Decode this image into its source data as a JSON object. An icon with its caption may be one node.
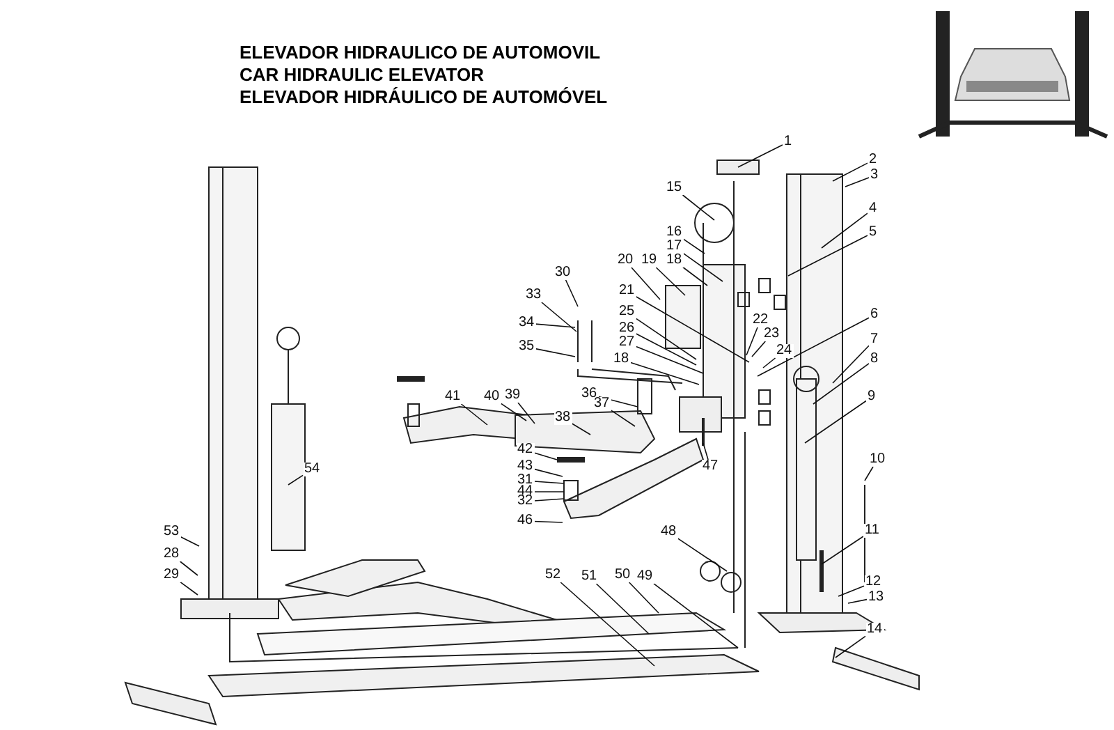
{
  "diagram": {
    "nodes": [
      {
        "text": [
          "1"
        ]
      },
      {
        "text": [
          "2"
        ]
      },
      {
        "text": [
          "3"
        ]
      },
      {
        "text": [
          "4"
        ]
      },
      {
        "text": [
          "5"
        ]
      },
      {
        "text": [
          "6"
        ]
      },
      {
        "text": [
          "7"
        ]
      },
      {
        "text": [
          "8"
        ]
      },
      {
        "text": [
          "9"
        ]
      },
      {
        "text": [
          "10"
        ]
      },
      {
        "text": [
          "11"
        ]
      },
      {
        "text": [
          "12"
        ]
      },
      {
        "text": [
          "13"
        ]
      },
      {
        "text": [
          "14"
        ]
      },
      {
        "text": [
          "15"
        ]
      },
      {
        "text": [
          "16"
        ]
      },
      {
        "text": [
          "17"
        ]
      },
      {
        "text": [
          "18"
        ]
      },
      {
        "text": [
          "19"
        ]
      },
      {
        "text": [
          "20"
        ]
      },
      {
        "text": [
          "21"
        ]
      },
      {
        "text": [
          "22"
        ]
      },
      {
        "text": [
          "23"
        ]
      },
      {
        "text": [
          "24"
        ]
      },
      {
        "text": [
          "25"
        ]
      },
      {
        "text": [
          "26"
        ]
      },
      {
        "text": [
          "27"
        ]
      },
      {
        "text": [
          "18"
        ]
      },
      {
        "text": [
          "30"
        ]
      },
      {
        "text": [
          "33"
        ]
      },
      {
        "text": [
          "34"
        ]
      },
      {
        "text": [
          "35"
        ]
      },
      {
        "text": [
          "36"
        ]
      },
      {
        "text": [
          "37"
        ]
      },
      {
        "text": [
          "38"
        ]
      },
      {
        "text": [
          "39"
        ]
      },
      {
        "text": [
          "40"
        ]
      },
      {
        "text": [
          "41"
        ]
      },
      {
        "text": [
          "42"
        ]
      },
      {
        "text": [
          "43"
        ]
      },
      {
        "text": [
          "31"
        ]
      },
      {
        "text": [
          "44"
        ]
      },
      {
        "text": [
          "32"
        ]
      },
      {
        "text": [
          "46"
        ]
      },
      {
        "text": [
          "47"
        ]
      },
      {
        "text": [
          "48"
        ]
      },
      {
        "text": [
          "49"
        ]
      },
      {
        "text": [
          "50"
        ]
      },
      {
        "text": [
          "51"
        ]
      },
      {
        "text": [
          "52"
        ]
      },
      {
        "text": [
          "53"
        ]
      },
      {
        "text": [
          "28"
        ]
      },
      {
        "text": [
          "29"
        ]
      },
      {
        "text": [
          "54"
        ]
      }
    ],
    "edges": [
      {
        "from": 0,
        "to": null,
        "arrow": "none"
      },
      {
        "from": 1,
        "to": null,
        "arrow": "none"
      },
      {
        "from": 2,
        "to": null,
        "arrow": "none"
      },
      {
        "from": 3,
        "to": null,
        "arrow": "none"
      },
      {
        "from": 4,
        "to": null,
        "arrow": "none"
      },
      {
        "from": 5,
        "to": null,
        "arrow": "none"
      },
      {
        "from": 6,
        "to": null,
        "arrow": "none"
      },
      {
        "from": 7,
        "to": null,
        "arrow": "none"
      },
      {
        "from": 8,
        "to": null,
        "arrow": "none"
      },
      {
        "from": 9,
        "to": null,
        "arrow": "none"
      },
      {
        "from": 10,
        "to": null,
        "arrow": "none"
      },
      {
        "from": 11,
        "to": null,
        "arrow": "none"
      },
      {
        "from": 12,
        "to": null,
        "arrow": "none"
      },
      {
        "from": 13,
        "to": null,
        "arrow": "none"
      },
      {
        "from": 14,
        "to": null,
        "arrow": "none"
      },
      {
        "from": 15,
        "to": null,
        "arrow": "none"
      },
      {
        "from": 16,
        "to": null,
        "arrow": "none"
      },
      {
        "from": 17,
        "to": null,
        "arrow": "none"
      },
      {
        "from": 18,
        "to": null,
        "arrow": "none"
      },
      {
        "from": 19,
        "to": null,
        "arrow": "none"
      },
      {
        "from": 20,
        "to": null,
        "arrow": "none"
      },
      {
        "from": 21,
        "to": null,
        "arrow": "none"
      },
      {
        "from": 22,
        "to": null,
        "arrow": "none"
      },
      {
        "from": 23,
        "to": null,
        "arrow": "none"
      },
      {
        "from": 24,
        "to": null,
        "arrow": "none"
      },
      {
        "from": 25,
        "to": null,
        "arrow": "none"
      },
      {
        "from": 26,
        "to": null,
        "arrow": "none"
      },
      {
        "from": 27,
        "to": null,
        "arrow": "none"
      },
      {
        "from": 28,
        "to": null,
        "arrow": "none"
      },
      {
        "from": 29,
        "to": null,
        "arrow": "none"
      },
      {
        "from": 30,
        "to": null,
        "arrow": "none"
      },
      {
        "from": 31,
        "to": null,
        "arrow": "none"
      },
      {
        "from": 32,
        "to": null,
        "arrow": "none"
      },
      {
        "from": 33,
        "to": null,
        "arrow": "none"
      },
      {
        "from": 34,
        "to": null,
        "arrow": "none"
      },
      {
        "from": 35,
        "to": null,
        "arrow": "none"
      },
      {
        "from": 36,
        "to": null,
        "arrow": "none"
      },
      {
        "from": 37,
        "to": null,
        "arrow": "none"
      },
      {
        "from": 38,
        "to": null,
        "arrow": "none"
      },
      {
        "from": 39,
        "to": null,
        "arrow": "none"
      },
      {
        "from": 40,
        "to": null,
        "arrow": "none"
      },
      {
        "from": 41,
        "to": null,
        "arrow": "none"
      },
      {
        "from": 42,
        "to": null,
        "arrow": "none"
      },
      {
        "from": 43,
        "to": null,
        "arrow": "none"
      },
      {
        "from": 44,
        "to": null,
        "arrow": "none"
      },
      {
        "from": 45,
        "to": null,
        "arrow": "none"
      },
      {
        "from": 46,
        "to": null,
        "arrow": "none"
      },
      {
        "from": 47,
        "to": null,
        "arrow": "none"
      },
      {
        "from": 48,
        "to": null,
        "arrow": "none"
      },
      {
        "from": 49,
        "to": null,
        "arrow": "none"
      },
      {
        "from": 50,
        "to": null,
        "arrow": "none"
      },
      {
        "from": 51,
        "to": null,
        "arrow": "none"
      },
      {
        "from": 52,
        "to": null,
        "arrow": "none"
      },
      {
        "from": 53,
        "to": null,
        "arrow": "none"
      }
    ],
    "labels": [
      "ELEVADOR HIDRAULICO DE AUTOMOVIL",
      "CAR HIDRAULIC ELEVATOR",
      "ELEVADOR HIDRÁULICO DE AUTOMÓVEL"
    ]
  }
}
